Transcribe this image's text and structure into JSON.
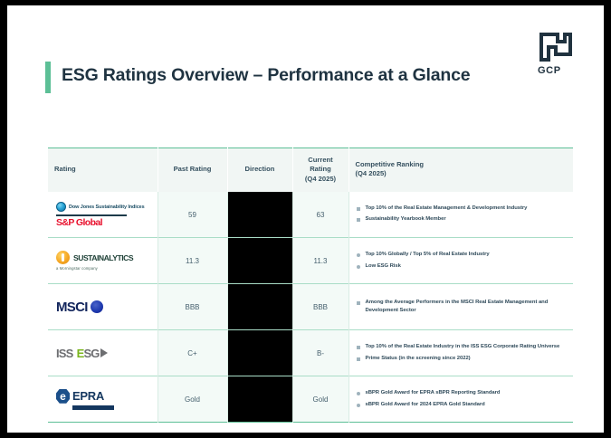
{
  "slide": {
    "title": "ESG Ratings Overview – Performance at a Glance",
    "accent_color": "#5cbf96",
    "title_color": "#1f3341",
    "brand": {
      "wordmark": "GCP",
      "mark_name": "gcp-square-mark"
    }
  },
  "table": {
    "headers": {
      "rating": "Rating",
      "past_rating": "Past Rating",
      "direction": "Direction",
      "current_rating": "Current Rating\n(Q4 2025)",
      "competitive_ranking": "Competitive Ranking\n(Q4 2025)"
    },
    "rows": [
      {
        "agency": "S&P Global",
        "logo_name": "sp-global-djsi-logo",
        "logo_parts": {
          "top_label": "Dow Jones Sustainability Indices",
          "wordmark": "S&P Global"
        },
        "past_rating": "59",
        "direction": "",
        "current_rating": "63",
        "ranking": [
          {
            "text": "Top 10% of the Real Estate Management & Development Industry",
            "marker": "square"
          },
          {
            "text": "Sustainability Yearbook Member",
            "marker": "square"
          }
        ]
      },
      {
        "agency": "Sustainalytics",
        "logo_name": "sustainalytics-logo",
        "logo_parts": {
          "wordmark": "SUSTAINALYTICS",
          "sub": "a Morningstar company"
        },
        "past_rating": "11.3",
        "direction": "",
        "current_rating": "11.3",
        "ranking": [
          {
            "text": "Top 10% Globally / Top 5% of Real Estate Industry",
            "marker": "round"
          },
          {
            "text": "Low ESG Risk",
            "marker": "round"
          }
        ]
      },
      {
        "agency": "MSCI",
        "logo_name": "msci-logo",
        "logo_parts": {
          "wordmark": "MSCI"
        },
        "past_rating": "BBB",
        "direction": "",
        "current_rating": "BBB",
        "ranking": [
          {
            "text": "Among the Average Performers in the MSCI Real Estate Management and Development Sector",
            "marker": "square"
          }
        ]
      },
      {
        "agency": "ISS ESG",
        "logo_name": "iss-esg-logo",
        "logo_parts": {
          "prefix": "ISS",
          "accent": "E",
          "suffix": "SG"
        },
        "past_rating": "C+",
        "direction": "",
        "current_rating": "B-",
        "ranking": [
          {
            "text": "Top 10% of the Real Estate Industry in the ISS ESG Corporate Rating Universe",
            "marker": "square"
          },
          {
            "text": "Prime Status (in the screening since 2022)",
            "marker": "square"
          }
        ]
      },
      {
        "agency": "EPRA",
        "logo_name": "epra-logo",
        "logo_parts": {
          "badge": "e",
          "wordmark": "EPRA"
        },
        "past_rating": "Gold",
        "direction": "",
        "current_rating": "Gold",
        "ranking": [
          {
            "text": "sBPR Gold Award for EPRA sBPR Reporting Standard",
            "marker": "round"
          },
          {
            "text": "sBPR Gold Award for 2024 EPRA Gold Standard",
            "marker": "round"
          }
        ]
      }
    ]
  }
}
